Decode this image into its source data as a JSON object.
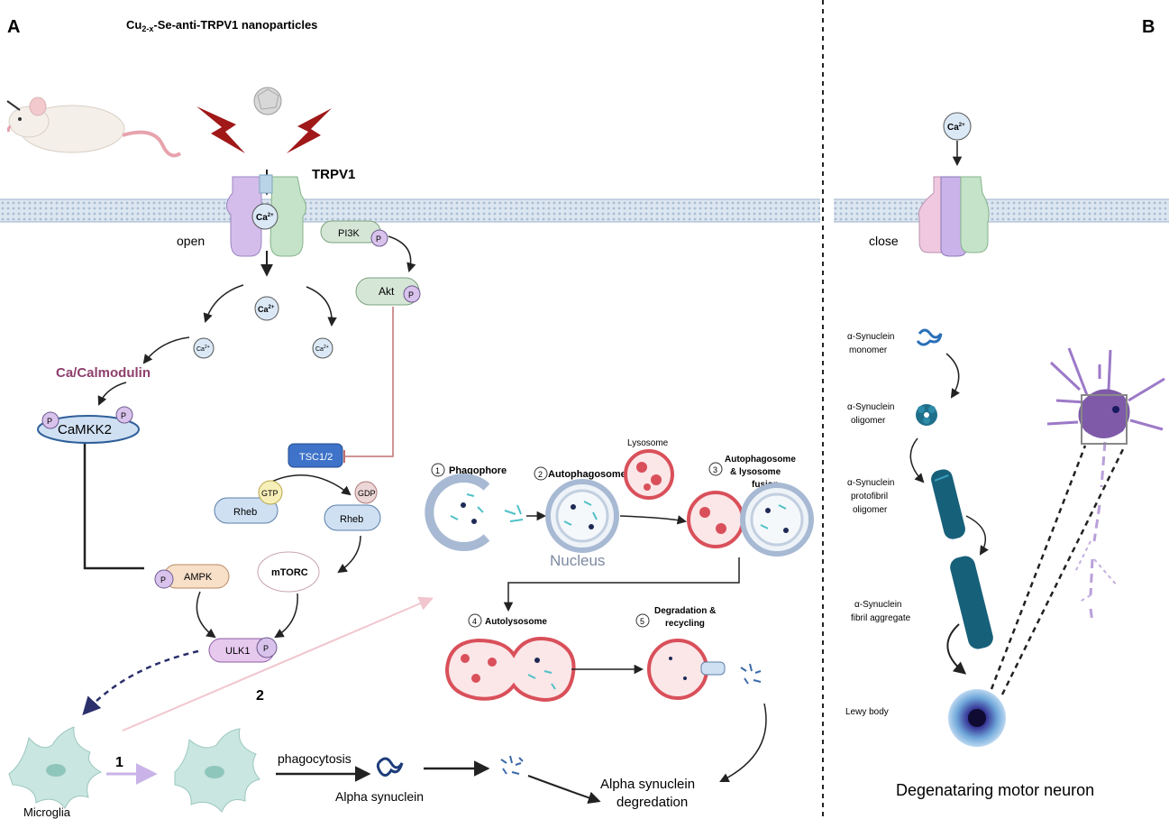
{
  "panel_a": {
    "letter": "A",
    "title_main": "Cu",
    "title_sub": "2-x",
    "title_rest": "-Se-anti-TRPV1 nanoparticles",
    "channel_label": "TRPV1",
    "open_label": "open",
    "ca": "Ca",
    "ca_sup": "2+",
    "pi3k": "PI3K",
    "akt": "Akt",
    "p": "P",
    "calmodulin": "Ca/Calmodulin",
    "camkk2": "CaMKK2",
    "tsc": "TSC1/2",
    "gtp": "GTP",
    "gdp": "GDP",
    "rheb": "Rheb",
    "ampk": "AMPK",
    "mtorc": "mTORC",
    "ulk1": "ULK1",
    "step_one": "1",
    "step_two": "2",
    "microglia": "Microglia",
    "phagocytosis": "phagocytosis",
    "alpha_syn": "Alpha synuclein",
    "degradation_l1": "Alpha synuclein",
    "degradation_l2": "degredation"
  },
  "autophagy": {
    "s1_num": "1",
    "s1": "Phagophore",
    "s2_num": "2",
    "s2": "Autophagosome",
    "lysosome": "Lysosome",
    "s3_num": "3",
    "s3_l1": "Autophagosome",
    "s3_l2": "& lysosome",
    "s3_l3": "fusion",
    "nucleus": "Nucleus",
    "s4_num": "4",
    "s4": "Autolysosome",
    "s5_num": "5",
    "s5_l1": "Degradation &",
    "s5_l2": "recycling"
  },
  "panel_b": {
    "letter": "B",
    "ca": "Ca",
    "ca_sup": "2+",
    "close_label": "close",
    "monomer_l1": "α-Synuclein",
    "monomer_l2": "monomer",
    "oligomer_l1": "α-Synuclein",
    "oligomer_l2": "oligomer",
    "proto_l1": "α-Synuclein",
    "proto_l2": "protofibril",
    "proto_l3": "oligomer",
    "fibril_l1": "α-Synuclein",
    "fibril_l2": "fibril aggregate",
    "lewy": "Lewy body",
    "caption": "Degenataring motor neuron"
  },
  "colors": {
    "membrane": "#c9d6e6",
    "purple_pill": "#d9c3ec",
    "green_pill": "#d5e6d6",
    "blue_pill": "#cfe0f3",
    "tsc": "#3e73c9",
    "calmodulin": "#8e3f6d",
    "lysosome": "#d9505a",
    "fibril": "#17607a"
  }
}
